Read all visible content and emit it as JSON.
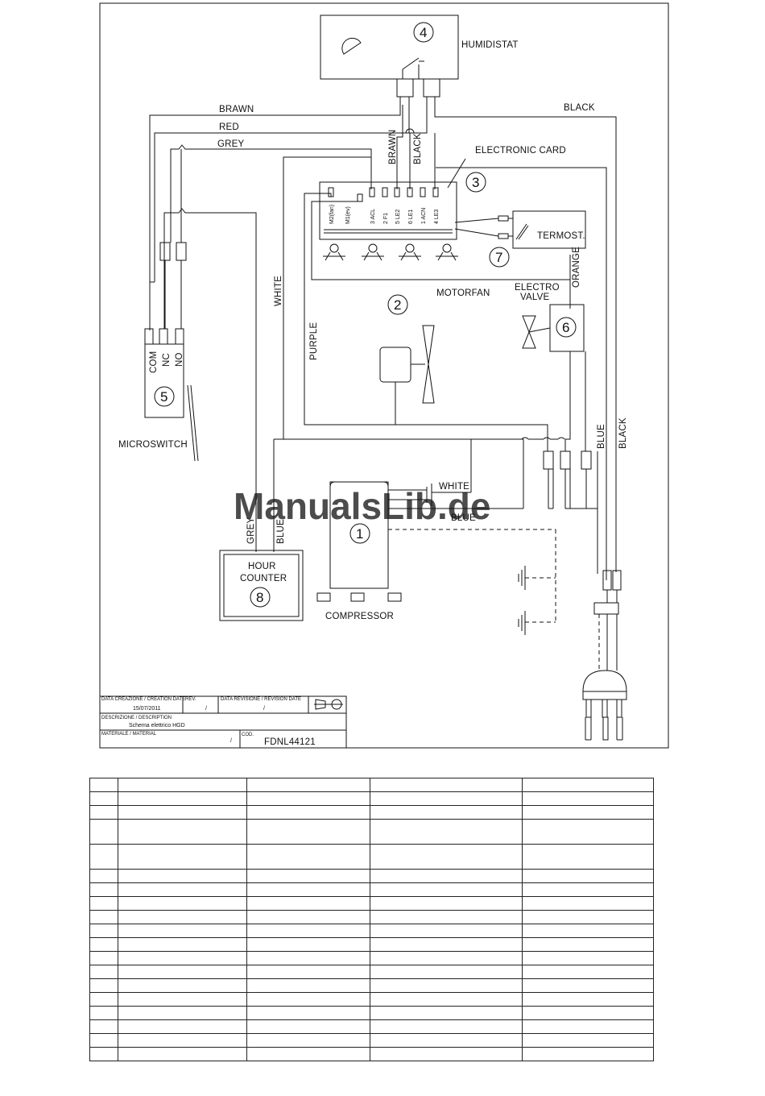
{
  "components": {
    "humidistat": {
      "num": "4",
      "label": "HUMIDISTAT"
    },
    "electronic_card": {
      "num": "3",
      "label": "ELECTRONIC CARD"
    },
    "motorfan": {
      "num": "2",
      "label": "MOTORFAN"
    },
    "electrovalve": {
      "num": "6",
      "label_line1": "ELECTRO",
      "label_line2": "VALVE"
    },
    "termostat": {
      "num": "7",
      "label": "TERMOST."
    },
    "microswitch": {
      "num": "5",
      "label": "MICROSWITCH",
      "pins": [
        "COM",
        "NC",
        "NO"
      ]
    },
    "compressor": {
      "num": "1",
      "label": "COMPRESSOR"
    },
    "hour_counter": {
      "num": "8",
      "label_line1": "HOUR",
      "label_line2": "COUNTER"
    }
  },
  "card_terminals": [
    "M2(fan)",
    "M1(ev)",
    "3 ACL",
    "2 F1",
    "5 LE2",
    "6 LE1",
    "1 ACN",
    "4 LE3"
  ],
  "wires": {
    "brawn_top": "BRAWN",
    "red": "RED",
    "grey_top": "GREY",
    "black_top": "BLACK",
    "brawn_v": "BRAWN",
    "black_v": "BLACK",
    "white_v": "WHITE",
    "purple_v": "PURPLE",
    "orange_v": "ORANGE",
    "blue_v": "BLUE",
    "black_right": "BLACK",
    "white_comp": "WHITE",
    "blue_comp": "BLUE",
    "grey_hc": "GREY",
    "blue_hc": "BLUE"
  },
  "title_block": {
    "creation_label": "DATA CREAZIONE / CREATION DATE",
    "creation_date": "15/07/2011",
    "rev_label": "REV.",
    "rev_value": "/",
    "revision_label": "DATA REVISIONE / REVISION DATE",
    "revision_value": "/",
    "description_label": "DESCRIZIONE / DESCRIPTION",
    "description": "Schema elettrico HGD",
    "material_label": "MATERIALE / MATERIAL",
    "material_value": "/",
    "cod_label": "COD.",
    "code": "FDNL44121"
  },
  "watermark": "ManualsLib.de",
  "parts_table": {
    "rows": 19,
    "tall_rows": [
      3,
      4
    ]
  }
}
